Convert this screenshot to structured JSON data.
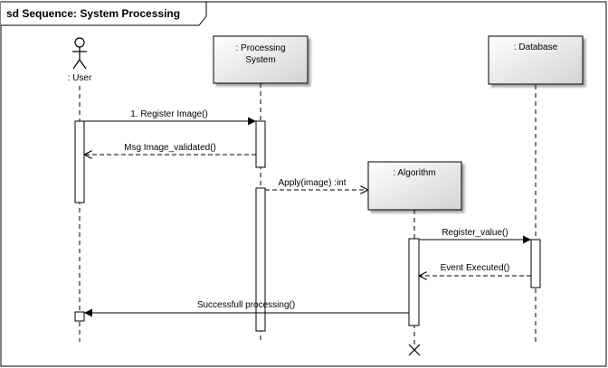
{
  "frame": {
    "title": "sd Sequence: System Processing"
  },
  "participants": {
    "user": {
      "label": ": User",
      "type": "actor"
    },
    "processing_system": {
      "line1": ": Processing",
      "line2": "System"
    },
    "algorithm": {
      "label": ": Algorithm"
    },
    "database": {
      "label": ": Database"
    }
  },
  "messages": {
    "m1": {
      "label": "1. Register Image()",
      "kind": "sync"
    },
    "m2": {
      "label": "Msg Image_validated()",
      "kind": "return"
    },
    "m3": {
      "label": "Apply(image) :int",
      "kind": "create-dashed"
    },
    "m4": {
      "label": "Register_value()",
      "kind": "sync"
    },
    "m5": {
      "label": "Event Executed()",
      "kind": "return"
    },
    "m6": {
      "label": "Successfull processing()",
      "kind": "sync"
    }
  },
  "colors": {
    "box_fill_light": "#ffffff",
    "box_fill_dark": "#d6d6d6",
    "line": "#000000",
    "lifeline": "#000000"
  }
}
